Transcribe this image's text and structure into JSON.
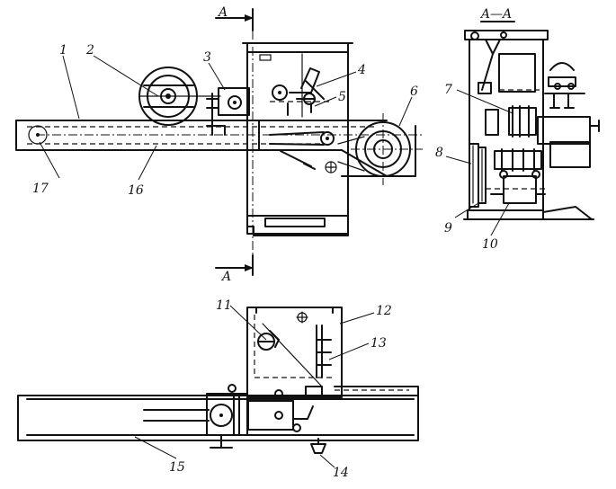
{
  "section_mark": "A",
  "section_title": "A—A",
  "part_numbers": [
    "1",
    "2",
    "3",
    "4",
    "5",
    "6",
    "7",
    "8",
    "9",
    "10",
    "11",
    "12",
    "13",
    "14",
    "15",
    "16",
    "17"
  ]
}
